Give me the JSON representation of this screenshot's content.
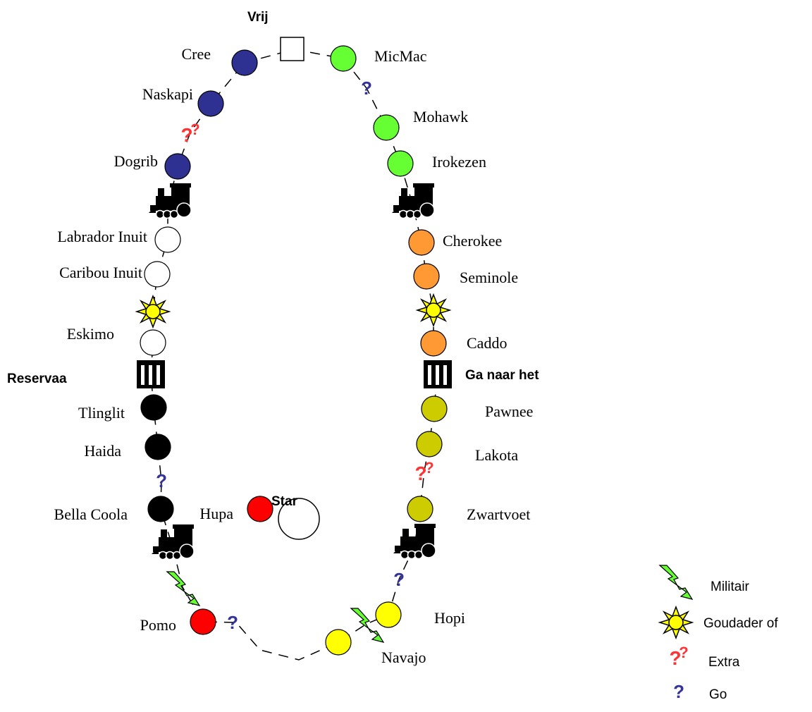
{
  "colors": {
    "blue": "#2e3192",
    "green": "#66ff33",
    "orange": "#ff9933",
    "olive": "#cccc00",
    "yellow": "#ffff00",
    "red": "#ff0000",
    "black": "#000000",
    "white": "#ffffff",
    "question_blue": "#333399",
    "question_red": "#ff3333",
    "bolt_green": "#66ff33",
    "sun_yellow": "#ffff00"
  },
  "corners": {
    "free": "Vrij",
    "reservation": "Reservaa",
    "goto": "Ga naar het",
    "start": "Star"
  },
  "tribes": [
    {
      "name": "Cree",
      "color": "blue"
    },
    {
      "name": "Naskapi",
      "color": "blue"
    },
    {
      "name": "Dogrib",
      "color": "blue"
    },
    {
      "name": "Labrador Inuit",
      "color": "white"
    },
    {
      "name": "Caribou Inuit",
      "color": "white"
    },
    {
      "name": "Eskimo",
      "color": "white"
    },
    {
      "name": "Tlinglit",
      "color": "black"
    },
    {
      "name": "Haida",
      "color": "black"
    },
    {
      "name": "Bella Coola",
      "color": "black"
    },
    {
      "name": "Pomo",
      "color": "red"
    },
    {
      "name": "Hupa",
      "color": "red"
    },
    {
      "name": "MicMac",
      "color": "green"
    },
    {
      "name": "Mohawk",
      "color": "green"
    },
    {
      "name": "Irokezen",
      "color": "green"
    },
    {
      "name": "Cherokee",
      "color": "orange"
    },
    {
      "name": "Seminole",
      "color": "orange"
    },
    {
      "name": "Caddo",
      "color": "orange"
    },
    {
      "name": "Pawnee",
      "color": "olive"
    },
    {
      "name": "Lakota",
      "color": "olive"
    },
    {
      "name": "Zwartvoet",
      "color": "olive"
    },
    {
      "name": "Hopi",
      "color": "yellow"
    },
    {
      "name": "Navajo",
      "color": "yellow"
    }
  ],
  "special_spaces": [
    {
      "type": "question-extra-icon"
    },
    {
      "type": "question-go-icon"
    },
    {
      "type": "train-icon"
    },
    {
      "type": "sun-icon"
    },
    {
      "type": "bars-icon"
    },
    {
      "type": "lightning-icon"
    }
  ],
  "legend": [
    {
      "icon": "lightning-icon",
      "label": "Militair"
    },
    {
      "icon": "sun-icon",
      "label": "Goudader of"
    },
    {
      "icon": "question-extra-icon",
      "label": "Extra"
    },
    {
      "icon": "question-go-icon",
      "label": "Go"
    }
  ]
}
